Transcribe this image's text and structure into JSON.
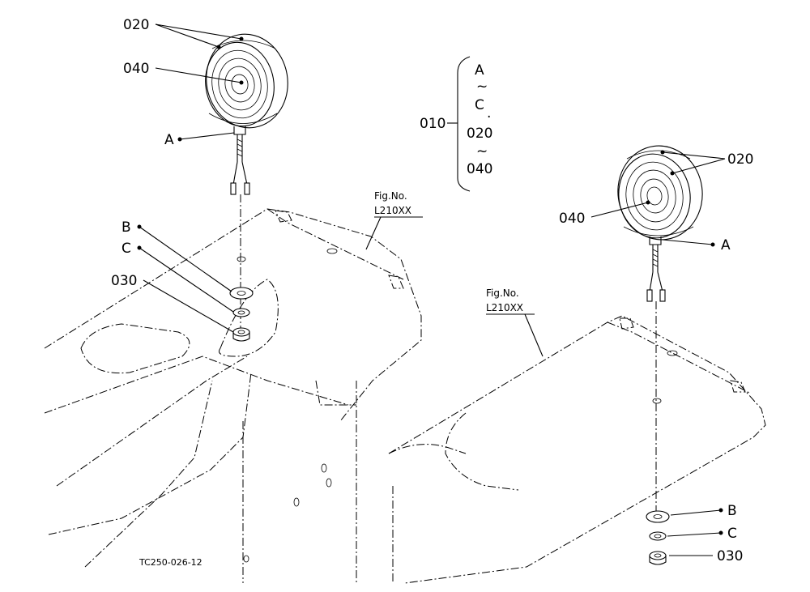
{
  "figure_code": "TC250-026-12",
  "fig_ref": {
    "prefix": "Fig.No.",
    "number": "L210XX"
  },
  "assembly": {
    "part_no": "010",
    "range_top_start": "A",
    "range_top_sep": "~",
    "range_top_end": "C",
    "range_mid_sep": "·",
    "range_bottom_start": "020",
    "range_bottom_sep": "~",
    "range_bottom_end": "040"
  },
  "callouts": {
    "lens_ring": "020",
    "lamp_body": "040",
    "harness": "A",
    "washer": "B",
    "lock_washer": "C",
    "nut": "030"
  }
}
